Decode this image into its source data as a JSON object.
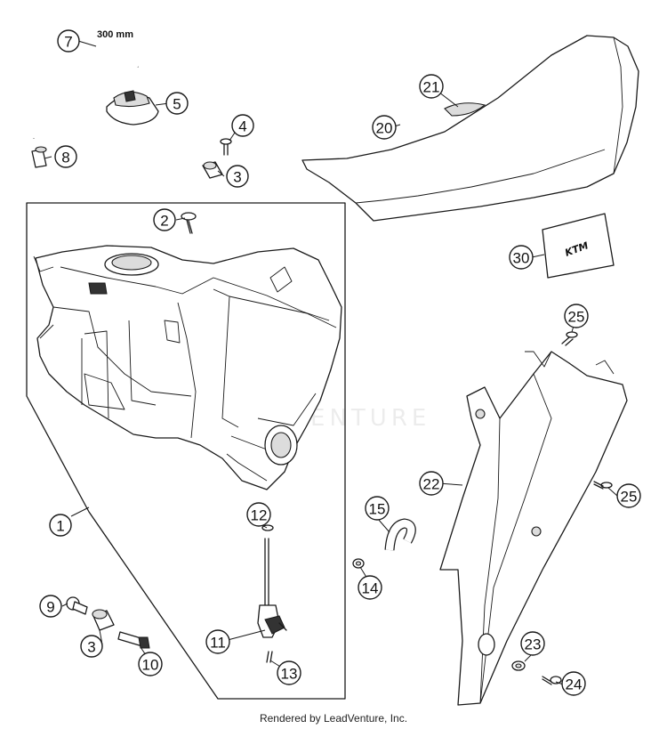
{
  "diagram": {
    "dimension_label": "300 mm",
    "watermark": "LEADVENTURE",
    "seat_logo": "KTM",
    "footer": "Rendered by LeadVenture, Inc.",
    "callouts": [
      {
        "id": "c1",
        "label": "1"
      },
      {
        "id": "c2",
        "label": "2"
      },
      {
        "id": "c3a",
        "label": "3"
      },
      {
        "id": "c3b",
        "label": "3"
      },
      {
        "id": "c4",
        "label": "4"
      },
      {
        "id": "c5",
        "label": "5"
      },
      {
        "id": "c7",
        "label": "7"
      },
      {
        "id": "c8",
        "label": "8"
      },
      {
        "id": "c9",
        "label": "9"
      },
      {
        "id": "c10",
        "label": "10"
      },
      {
        "id": "c11",
        "label": "11"
      },
      {
        "id": "c12",
        "label": "12"
      },
      {
        "id": "c13",
        "label": "13"
      },
      {
        "id": "c14",
        "label": "14"
      },
      {
        "id": "c15",
        "label": "15"
      },
      {
        "id": "c20",
        "label": "20"
      },
      {
        "id": "c21",
        "label": "21"
      },
      {
        "id": "c22",
        "label": "22"
      },
      {
        "id": "c23",
        "label": "23"
      },
      {
        "id": "c24",
        "label": "24"
      },
      {
        "id": "c25a",
        "label": "25"
      },
      {
        "id": "c25b",
        "label": "25"
      },
      {
        "id": "c30",
        "label": "30"
      }
    ]
  }
}
